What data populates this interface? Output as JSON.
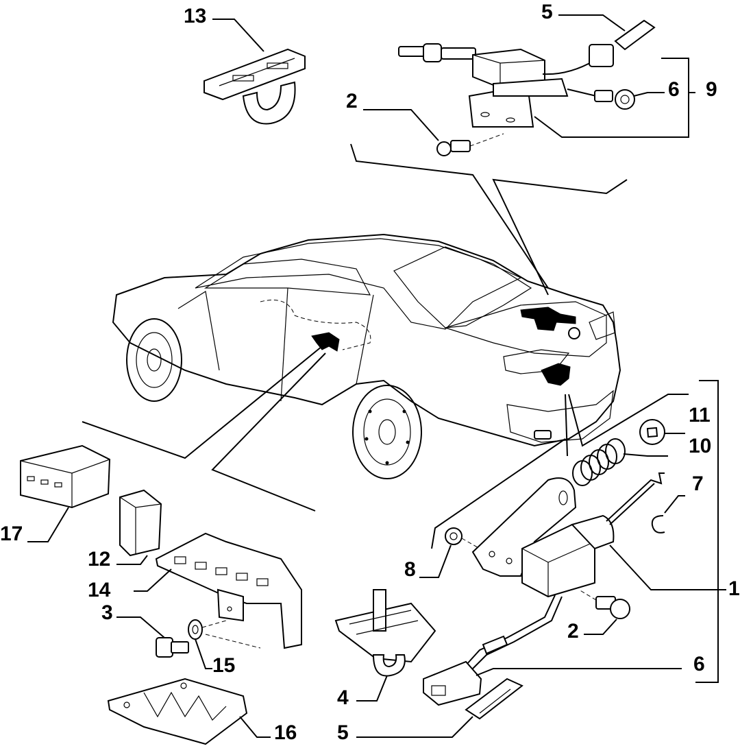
{
  "callouts": [
    {
      "id": "c13",
      "text": "13"
    },
    {
      "id": "c5_top",
      "text": "5"
    },
    {
      "id": "c2_top",
      "text": "2"
    },
    {
      "id": "c6_top",
      "text": "6"
    },
    {
      "id": "c9",
      "text": "9"
    },
    {
      "id": "c11",
      "text": "11"
    },
    {
      "id": "c10",
      "text": "10"
    },
    {
      "id": "c7",
      "text": "7"
    },
    {
      "id": "c17",
      "text": "17"
    },
    {
      "id": "c12",
      "text": "12"
    },
    {
      "id": "c14",
      "text": "14"
    },
    {
      "id": "c8",
      "text": "8"
    },
    {
      "id": "c1",
      "text": "1"
    },
    {
      "id": "c3",
      "text": "3"
    },
    {
      "id": "c2_bottom",
      "text": "2"
    },
    {
      "id": "c15",
      "text": "15"
    },
    {
      "id": "c6_bottom",
      "text": "6"
    },
    {
      "id": "c4",
      "text": "4"
    },
    {
      "id": "c5_bottom",
      "text": "5"
    },
    {
      "id": "c16",
      "text": "16"
    }
  ]
}
